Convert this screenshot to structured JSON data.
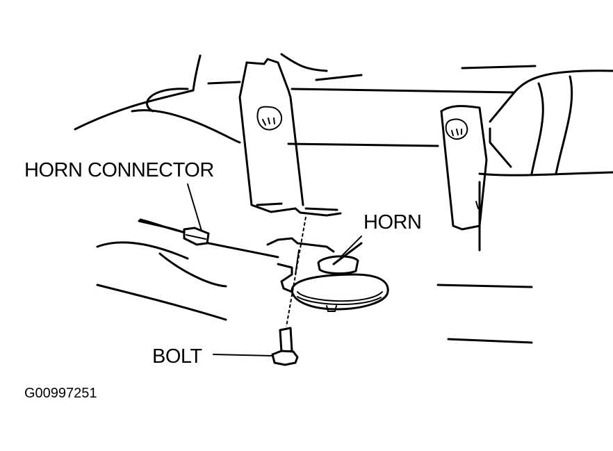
{
  "labels": {
    "horn_connector": "HORN CONNECTOR",
    "horn": "HORN",
    "bolt": "BOLT",
    "figure_id": "G00997251"
  }
}
